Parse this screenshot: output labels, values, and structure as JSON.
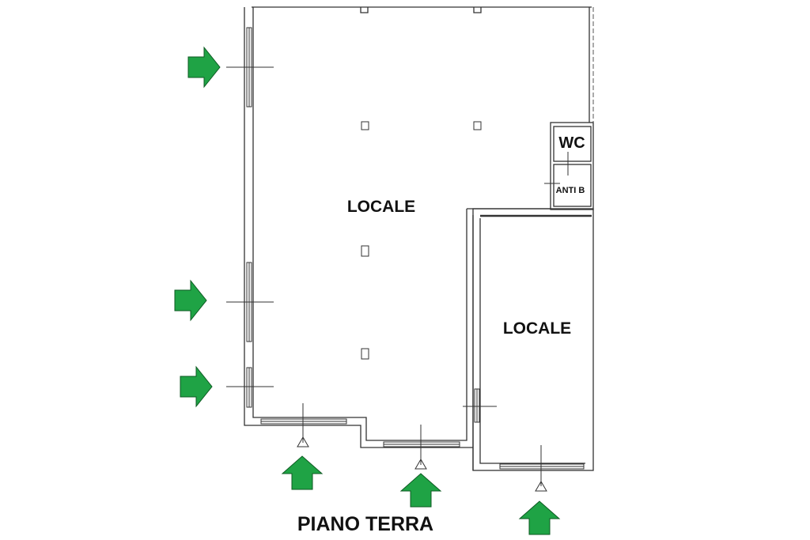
{
  "plan": {
    "title": "PIANO TERRA",
    "rooms": [
      {
        "id": "main",
        "label": "LOCALE"
      },
      {
        "id": "side",
        "label": "LOCALE"
      },
      {
        "id": "wc",
        "label": "WC"
      },
      {
        "id": "anti",
        "label": "ANTI B"
      }
    ],
    "colors": {
      "wall": "#333333",
      "arrow_fill": "#1fa345",
      "arrow_stroke": "#0d5a22",
      "background": "#ffffff"
    },
    "entrance_arrows": [
      {
        "id": "west-1",
        "direction": "right"
      },
      {
        "id": "west-2",
        "direction": "right"
      },
      {
        "id": "west-3",
        "direction": "right"
      },
      {
        "id": "south-1",
        "direction": "up"
      },
      {
        "id": "south-2",
        "direction": "up"
      },
      {
        "id": "south-3",
        "direction": "up"
      }
    ]
  }
}
